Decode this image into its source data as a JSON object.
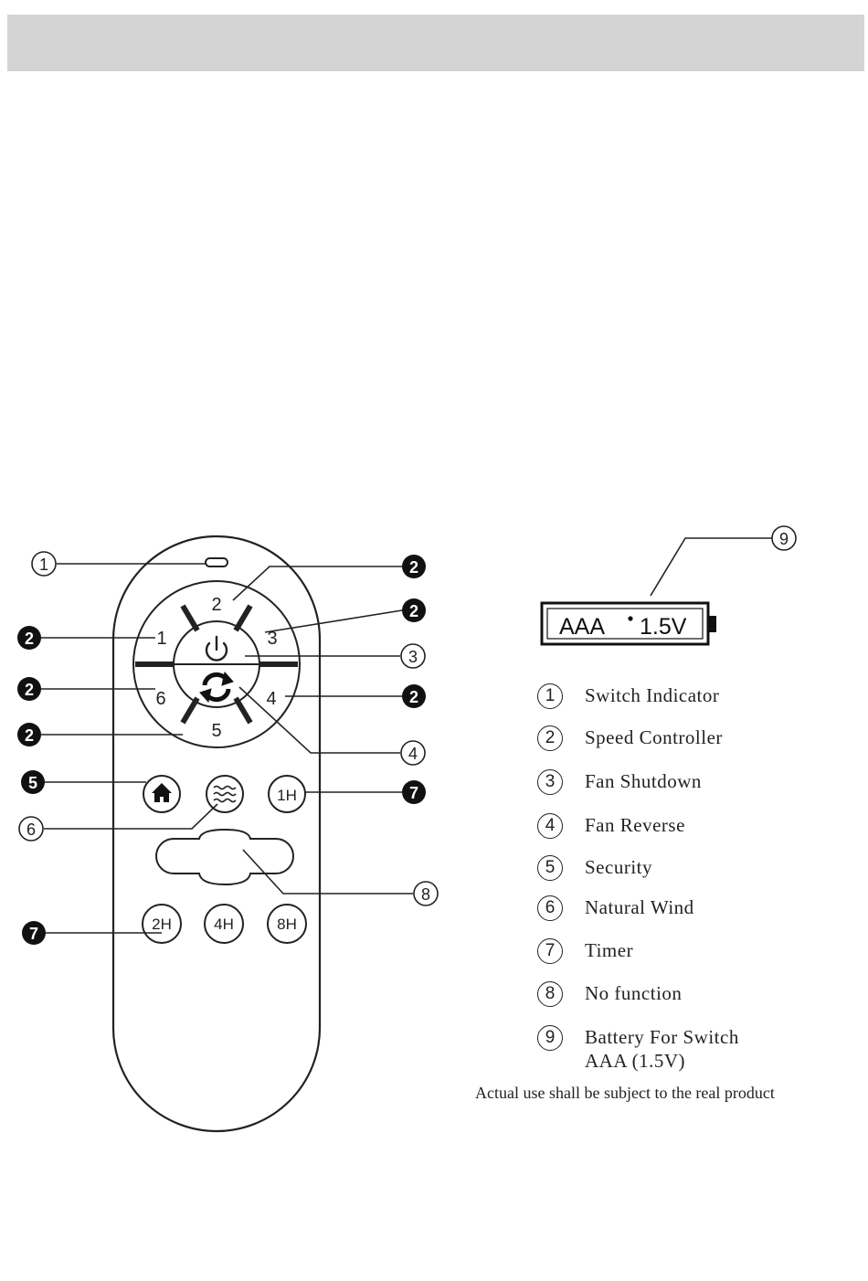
{
  "remote": {
    "speed_buttons": [
      "1",
      "2",
      "3",
      "4",
      "5",
      "6"
    ],
    "timer_buttons": [
      "1H",
      "2H",
      "4H",
      "8H"
    ],
    "icons": {
      "power": "power-icon",
      "reverse": "reverse-arrows-icon",
      "security": "home-icon",
      "natural_wind": "wind-waves-icon"
    }
  },
  "callouts": {
    "switch_indicator": "1",
    "speed_controller": "2",
    "fan_shutdown": "3",
    "fan_reverse": "4",
    "security": "5",
    "natural_wind": "6",
    "timer": "7",
    "no_function": "8",
    "battery": "9"
  },
  "battery": {
    "type": "AAA",
    "voltage": "1.5V"
  },
  "legend": [
    {
      "num": "1",
      "text": "Switch Indicator"
    },
    {
      "num": "2",
      "text": "Speed Controller"
    },
    {
      "num": "3",
      "text": "Fan Shutdown"
    },
    {
      "num": "4",
      "text": "Fan Reverse"
    },
    {
      "num": "5",
      "text": "Security"
    },
    {
      "num": "6",
      "text": "Natural Wind"
    },
    {
      "num": "7",
      "text": "Timer"
    },
    {
      "num": "8",
      "text": "No function"
    },
    {
      "num": "9",
      "text": "Battery For Switch",
      "text2": "AAA (1.5V)"
    }
  ],
  "footnote": "Actual use shall be subject to the real product",
  "colors": {
    "header_bar": "#d4d4d4",
    "ink": "#111111"
  }
}
